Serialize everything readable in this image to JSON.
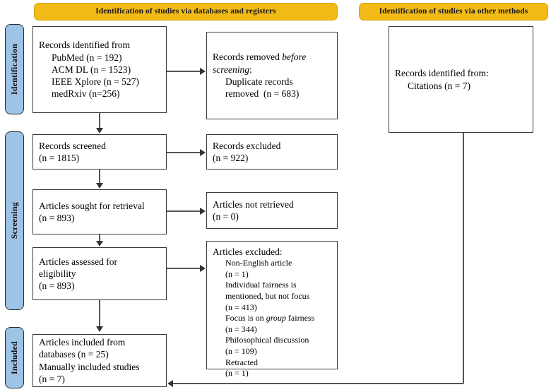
{
  "diagram": {
    "type": "prisma-flow-diagram",
    "headers": {
      "databases": "Identification of studies via databases and registers",
      "other_methods": "Identification of studies via other methods"
    },
    "stages": {
      "identification": "Identification",
      "screening": "Screening",
      "included": "Included"
    },
    "boxes": {
      "identified": {
        "title": "Records identified from",
        "sources": [
          "PubMed (n = 192)",
          "ACM DL (n = 1523)",
          "IEEE Xplore (n = 527)",
          "medRxiv (n=256)"
        ]
      },
      "removed_before_screening": {
        "line1": "Records removed ",
        "line1_italic": "before",
        "line2_italic": "screening",
        "line2_tail": ":",
        "line3": "Duplicate records",
        "line4": "removed  (n = 683)"
      },
      "records_screened": {
        "line1": "Records screened",
        "line2": "(n = 1815)"
      },
      "records_excluded": {
        "line1": "Records excluded",
        "line2": "(n = 922)"
      },
      "articles_sought": {
        "line1": "Articles sought for retrieval",
        "line2": "(n = 893)"
      },
      "articles_not_retrieved": {
        "line1": "Articles not retrieved",
        "line2": "(n = 0)"
      },
      "articles_assessed": {
        "line1": "Articles assessed for",
        "line2": "eligibility",
        "line3": "(n = 893)"
      },
      "articles_excluded": {
        "title": "Articles excluded:",
        "reasons": [
          {
            "reason": "Non-English article",
            "count": "(n = 1)"
          },
          {
            "reason": "Individual fairness is",
            "reason2": "mentioned, but not focus",
            "count": "(n = 413)"
          },
          {
            "reason_pre": "Focus is on ",
            "reason_italic": "group",
            "reason_post": " fairness",
            "count": "(n = 344)"
          },
          {
            "reason": "Philosophical discussion",
            "count": "(n = 109)"
          },
          {
            "reason": "Retracted",
            "count": "(n = 1)"
          }
        ]
      },
      "articles_included": {
        "line1": "Articles included from",
        "line2": "databases (n = 25)",
        "line3": "Manually included studies",
        "line4": "(n = 7)"
      },
      "citations": {
        "line1": "Records identified from:",
        "line2": "Citations (n = 7)"
      }
    },
    "colors": {
      "header_orange": "#F2BB18",
      "stage_blue": "#9DC3E6",
      "box_border": "#3a3a3a",
      "connector": "#555555"
    }
  }
}
